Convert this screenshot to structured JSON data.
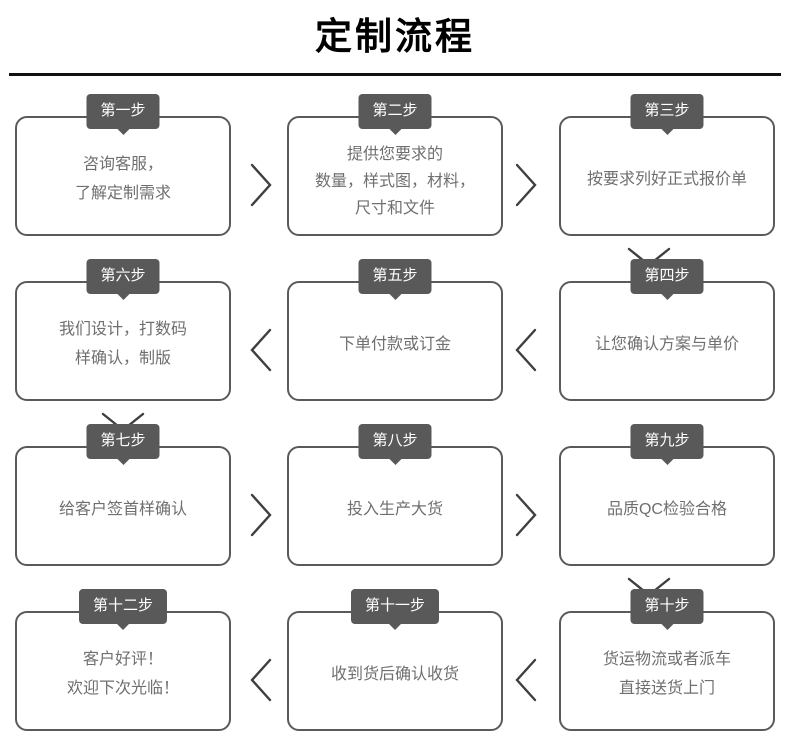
{
  "header": {
    "title": "定制流程"
  },
  "colors": {
    "badge_bg": "#595959",
    "badge_text": "#ffffff",
    "box_border": "#5a5a5a",
    "box_text": "#6f6f6f",
    "title_text": "#000000",
    "rule": "#111111",
    "arrow": "#3f3f3f"
  },
  "flow": {
    "rows": [
      {
        "direction": "left-to-right",
        "cells": [
          {
            "badge": "第一步",
            "text": "咨询客服，\n了解定制需求",
            "lines": 2
          },
          {
            "badge": "第二步",
            "text": "提供您要求的\n数量，样式图，材料，\n尺寸和文件",
            "lines": 3
          },
          {
            "badge": "第三步",
            "text": "按要求列好正式报价单",
            "lines": 1
          }
        ],
        "connectors": [
          "chevron-right",
          "chevron-right"
        ],
        "row_exit": {
          "icon": "chevron-down",
          "side": "right"
        }
      },
      {
        "direction": "right-to-left",
        "cells": [
          {
            "badge": "第六步",
            "text": "我们设计，打数码\n样确认，制版",
            "lines": 2
          },
          {
            "badge": "第五步",
            "text": "下单付款或订金",
            "lines": 1
          },
          {
            "badge": "第四步",
            "text": "让您确认方案与单价",
            "lines": 1
          }
        ],
        "connectors": [
          "chevron-left",
          "chevron-left"
        ],
        "row_exit": {
          "icon": "chevron-down",
          "side": "left"
        }
      },
      {
        "direction": "left-to-right",
        "cells": [
          {
            "badge": "第七步",
            "text": "给客户签首样确认",
            "lines": 1
          },
          {
            "badge": "第八步",
            "text": "投入生产大货",
            "lines": 1
          },
          {
            "badge": "第九步",
            "text": "品质QC检验合格",
            "lines": 1
          }
        ],
        "connectors": [
          "chevron-right",
          "chevron-right"
        ],
        "row_exit": {
          "icon": "chevron-down",
          "side": "right"
        }
      },
      {
        "direction": "right-to-left",
        "cells": [
          {
            "badge": "第十二步",
            "text": "客户好评！\n欢迎下次光临！",
            "lines": 2
          },
          {
            "badge": "第十一步",
            "text": "收到货后确认收货",
            "lines": 1
          },
          {
            "badge": "第十步",
            "text": "货运物流或者派车\n直接送货上门",
            "lines": 2
          }
        ],
        "connectors": [
          "chevron-left",
          "chevron-left"
        ],
        "row_exit": null
      }
    ]
  }
}
